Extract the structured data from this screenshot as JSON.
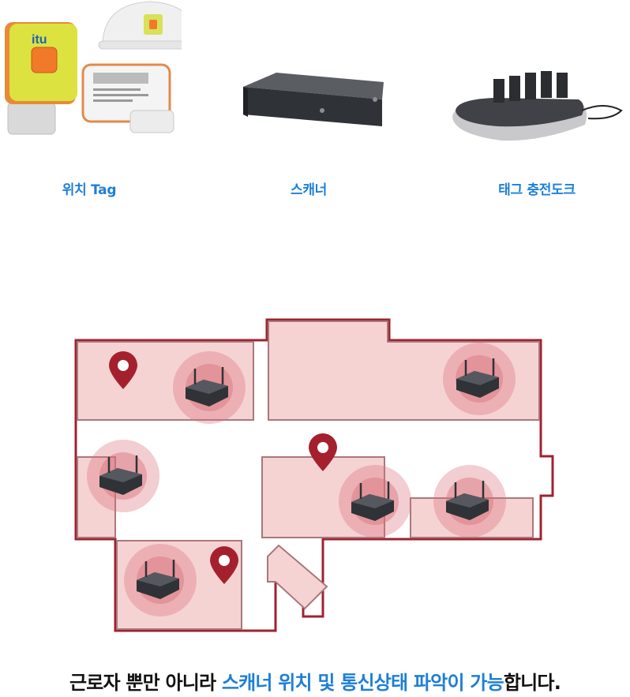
{
  "products": [
    {
      "name": "위치 Tag",
      "icon": "location-tag-device-icon",
      "brand": "itu"
    },
    {
      "name": "스캐너",
      "icon": "scanner-box-icon"
    },
    {
      "name": "태그 충전도크",
      "icon": "charging-dock-icon"
    }
  ],
  "floorplan": {
    "scanner_icon": "router-antenna-icon",
    "pin_icon": "map-pin-icon",
    "colors": {
      "wall": "#9e2330",
      "room_fill": "#f6d3d3",
      "room_stroke": "#a9787c",
      "glow": "#d9707a",
      "pin": "#a5202d",
      "device": "#3a3d42"
    }
  },
  "caption": {
    "prefix": "근로자 뿐만 아니라 ",
    "highlight": "스캐너 위치 및 통신상태 파악이 가능",
    "suffix": "합니다."
  }
}
